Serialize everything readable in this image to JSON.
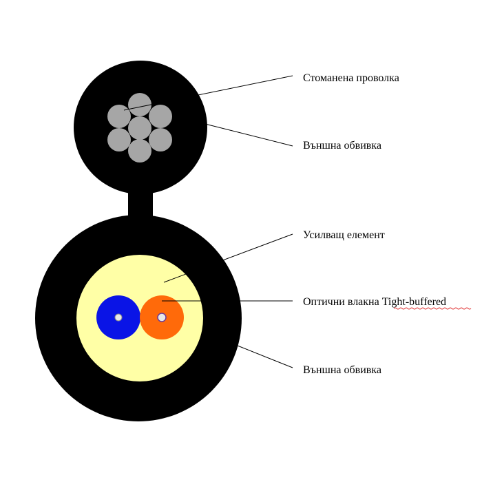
{
  "labels": {
    "steel_wire": "Стоманена проволка",
    "outer_jacket_top": "Външна обвивка",
    "strength_member": "Усилващ елемент",
    "optical_fibers_prefix": "Оптични влакна ",
    "optical_fibers_term": "Tight-buffered",
    "outer_jacket_bottom": "Външна обвивка"
  },
  "colors": {
    "jacket": "#000000",
    "steel_strand": "#a6a6a6",
    "strength_member": "#ffffa6",
    "fiber_blue": "#0a14e6",
    "fiber_orange": "#ff6a0a",
    "fiber_core_fill": "#e8e8e8",
    "spellcheck_underline": "#e03030"
  }
}
